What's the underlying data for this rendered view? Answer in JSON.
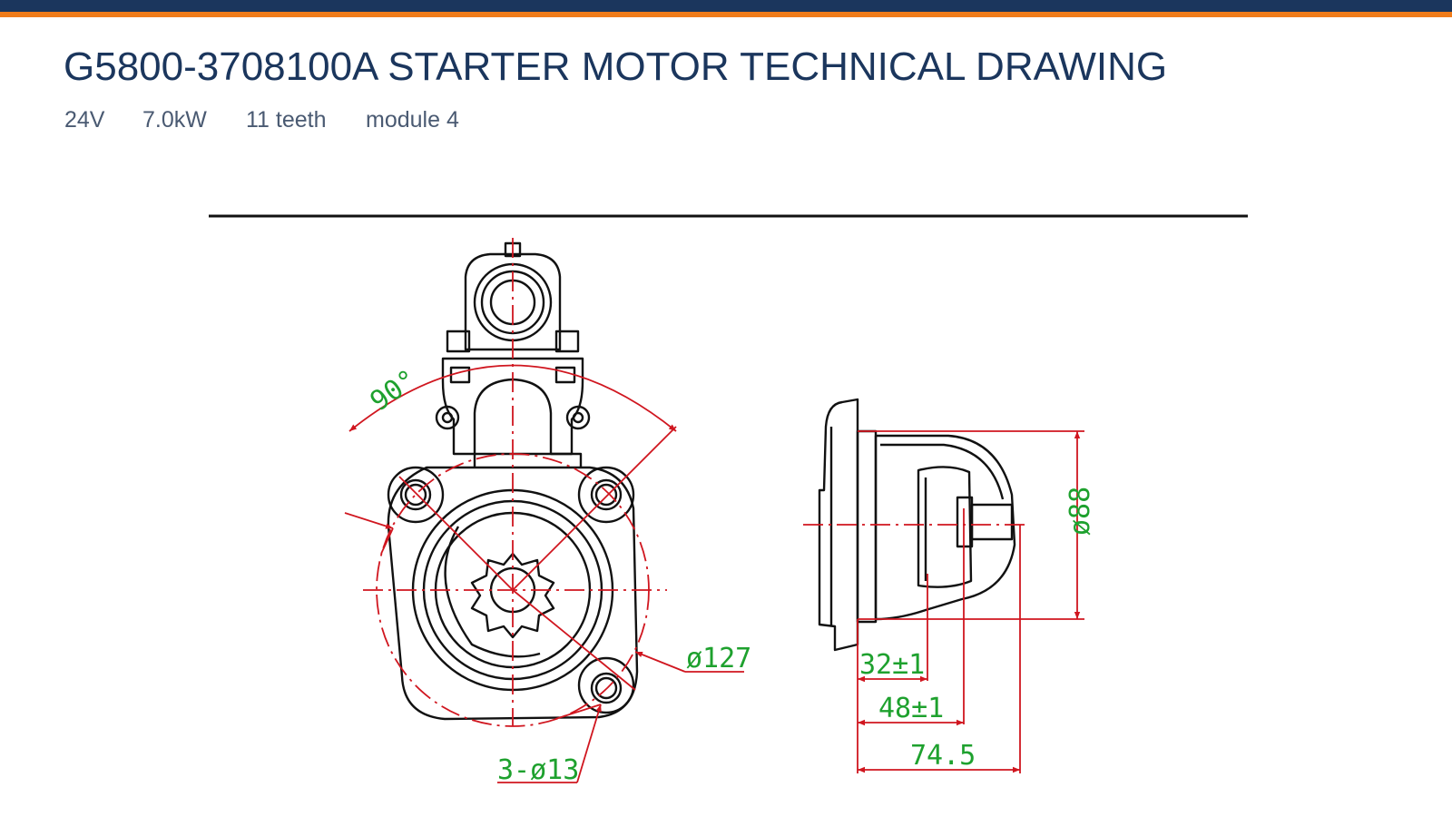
{
  "header": {
    "title": "G5800-3708100A STARTER MOTOR TECHNICAL DRAWING",
    "specs": [
      "24V",
      "7.0kW",
      "11 teeth",
      "module 4"
    ],
    "colors": {
      "navy": "#1b365d",
      "orange": "#f07c1a"
    }
  },
  "drawing": {
    "front_view": {
      "angle_label": "90°",
      "diameter_label": "ø127",
      "holes_label": "3-ø13"
    },
    "side_view": {
      "diameter_label": "ø88",
      "dim_1": "32±1",
      "dim_2": "48±1",
      "dim_3": "74.5"
    },
    "colors": {
      "outline": "#111111",
      "dimension_line": "#d0161f",
      "dimension_text": "#1ea12e"
    }
  }
}
